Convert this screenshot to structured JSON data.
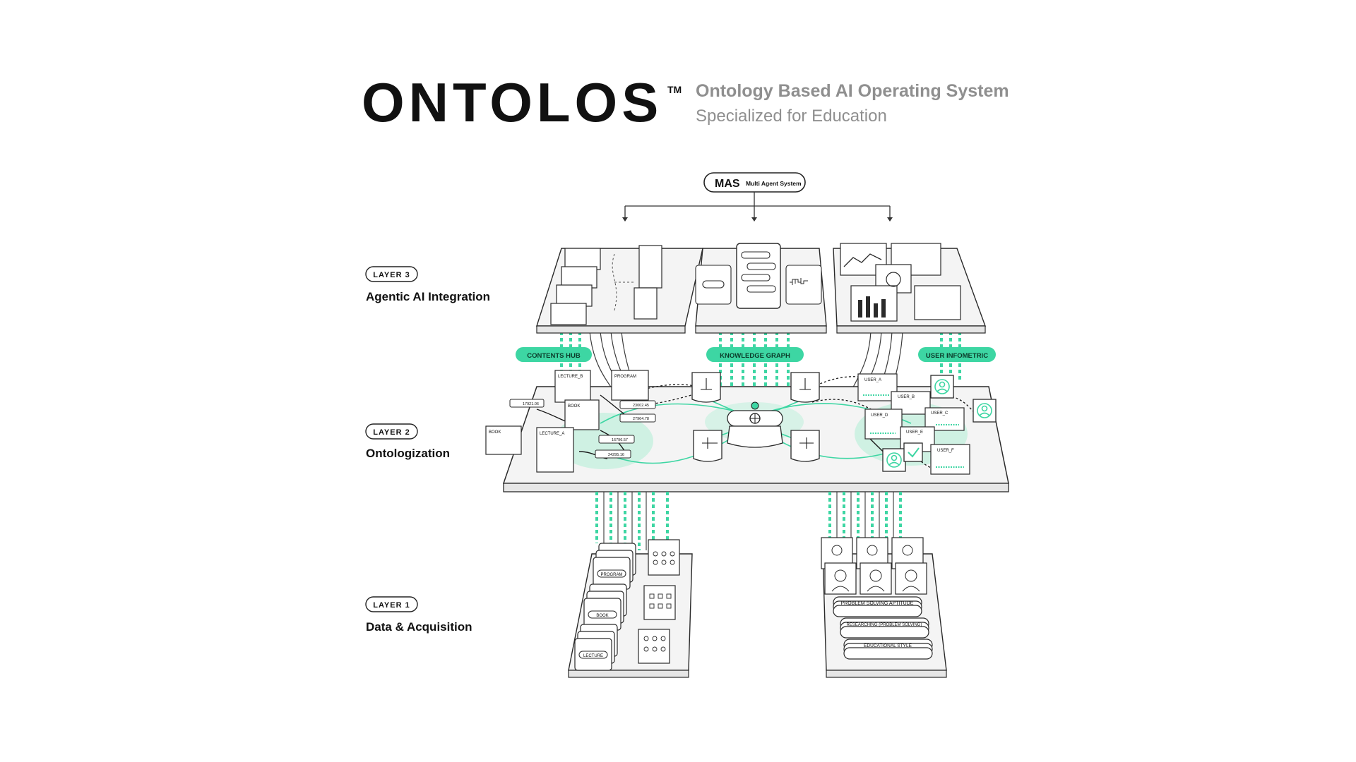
{
  "brand": {
    "logo": "ONTOLOS",
    "tm": "TM",
    "tagline_1": "Ontology Based AI Operating System",
    "tagline_2": "Specialized for Education"
  },
  "mas": {
    "abbr": "MAS",
    "full": "Multi Agent System"
  },
  "layers": [
    {
      "badge": "LAYER 3",
      "title": "Agentic AI Integration"
    },
    {
      "badge": "LAYER 2",
      "title": "Ontologization"
    },
    {
      "badge": "LAYER 1",
      "title": "Data & Acquisition"
    }
  ],
  "hubs": {
    "contents": "CONTENTS HUB",
    "knowledge": "KNOWLEDGE GRAPH",
    "user": "USER INFOMETRIC"
  },
  "nodes": {
    "lecture_b": "LECTURE_B",
    "program": "PROGRAM",
    "book": "BOOK",
    "book2": "BOOK",
    "lecture_a": "LECTURE_A",
    "user_a": "USER_A",
    "user_b": "USER_B",
    "user_c": "USER_C",
    "user_d": "USER_D",
    "user_e": "USER_E",
    "user_f": "USER_F",
    "num_1": "17921.06",
    "num_2": "23002.45",
    "num_3": "27964.78",
    "num_4": "16796.57",
    "num_5": "24295.16"
  },
  "layer1": {
    "program": "PROGRAM",
    "book": "BOOK",
    "lecture": "LECTURE",
    "aptitude": "PROBLEM SOLVING APTITUDE",
    "researching": "RESEARCHING (PROBLEM SOLVING)",
    "style": "EDUCATIONAL STYLE"
  },
  "colors": {
    "accent": "#3dd6a3",
    "accent_soft": "#bff0dc",
    "ink": "#1a1a1a",
    "tagline": "#8f8f8f",
    "line": "#2a2a2a",
    "platform": "#f4f4f4"
  },
  "icons": [
    "document-icon",
    "chat-icon",
    "chart-icon",
    "graph-node-icon",
    "globe-icon",
    "user-icon",
    "avatar-icon",
    "check-icon"
  ]
}
